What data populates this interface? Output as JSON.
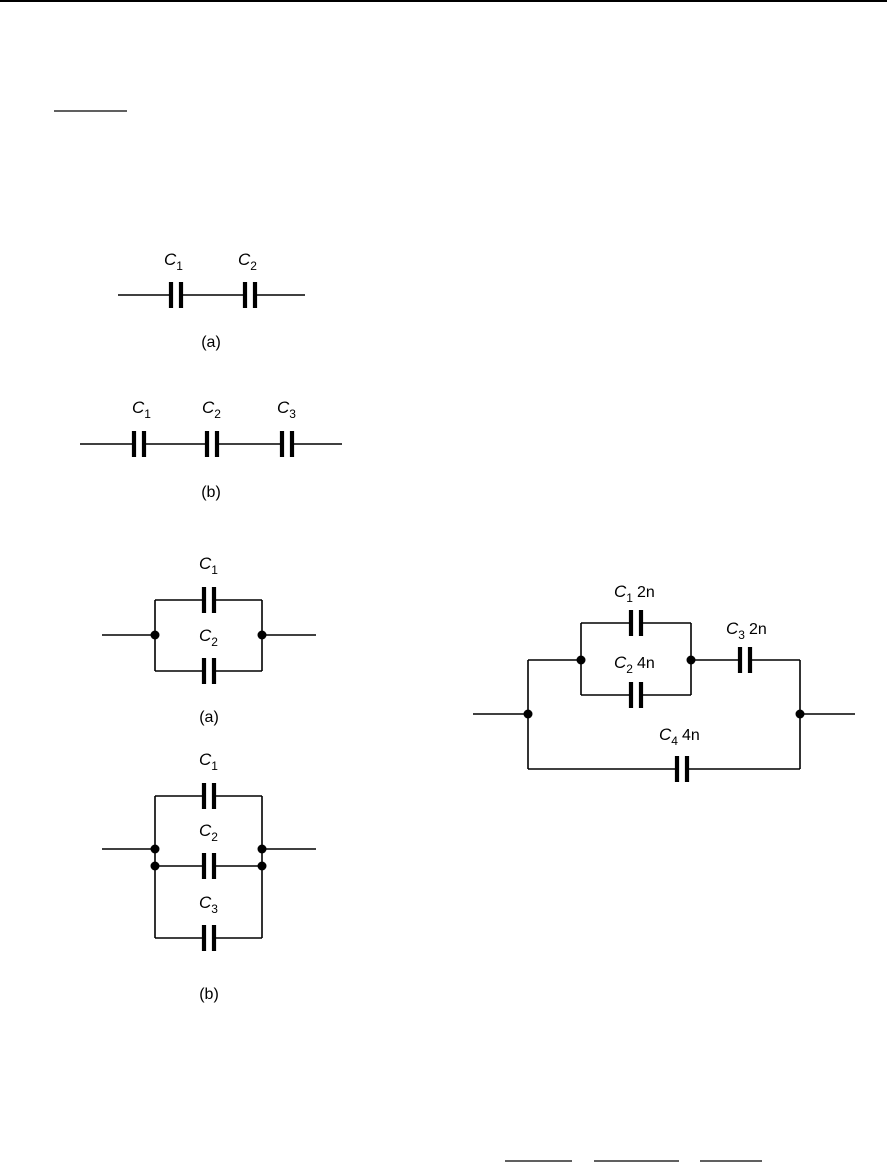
{
  "series_a": {
    "c1": "C",
    "c1_sub": "1",
    "c2": "C",
    "c2_sub": "2",
    "caption": "(a)"
  },
  "series_b": {
    "c1": "C",
    "c1_sub": "1",
    "c2": "C",
    "c2_sub": "2",
    "c3": "C",
    "c3_sub": "3",
    "caption": "(b)"
  },
  "parallel_a": {
    "c1": "C",
    "c1_sub": "1",
    "c2": "C",
    "c2_sub": "2",
    "caption": "(a)"
  },
  "parallel_b": {
    "c1": "C",
    "c1_sub": "1",
    "c2": "C",
    "c2_sub": "2",
    "c3": "C",
    "c3_sub": "3",
    "caption": "(b)"
  },
  "combo": {
    "c1": "C",
    "c1_sub": "1",
    "c1_value": "2n",
    "c2": "C",
    "c2_sub": "2",
    "c2_value": "4n",
    "c3": "C",
    "c3_sub": "3",
    "c3_value": "2n",
    "c4": "C",
    "c4_sub": "4",
    "c4_value": "4n"
  }
}
